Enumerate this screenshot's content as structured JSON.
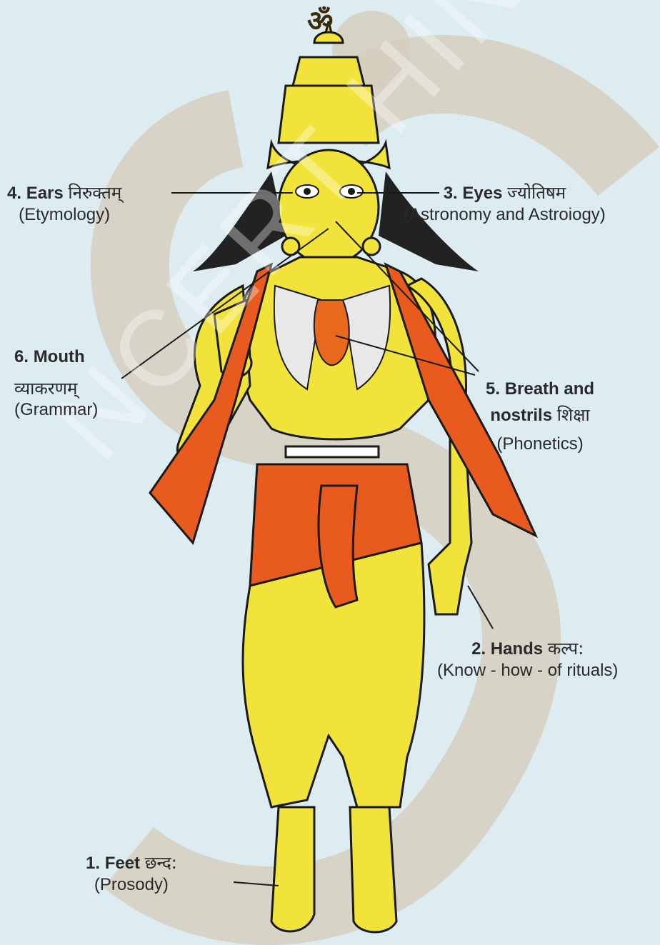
{
  "symbol": "ॐ",
  "watermark": "NCERT HINDUSTAN",
  "labels": {
    "ears": {
      "num": "4.",
      "name": "Ears",
      "sanskrit": "निरुक्तम्",
      "meaning": "(Etymology)"
    },
    "eyes": {
      "num": "3.",
      "name": "Eyes",
      "sanskrit": "ज्योतिषम",
      "meaning": "(Astronomy and Astroiogy)"
    },
    "mouth": {
      "num": "6.",
      "name": "Mouth",
      "sanskrit": "व्याकरणम्",
      "meaning": "(Grammar)"
    },
    "breath": {
      "num": "5.",
      "name": "Breath and",
      "line2": "nostrils",
      "sanskrit": "शिक्षा",
      "meaning": "(Phonetics)"
    },
    "hands": {
      "num": "2.",
      "name": "Hands",
      "sanskrit": "कल्प:",
      "meaning": "(Know - how - of rituals)"
    },
    "feet": {
      "num": "1.",
      "name": "Feet",
      "sanskrit": "छन्द:",
      "meaning": "(Prosody)"
    }
  },
  "colors": {
    "background": "#dcecf1",
    "skin": "#f2e33a",
    "cloth": "#e85a1e",
    "outline": "#1a1a1a",
    "om_watermark": "#d9d0c0"
  }
}
